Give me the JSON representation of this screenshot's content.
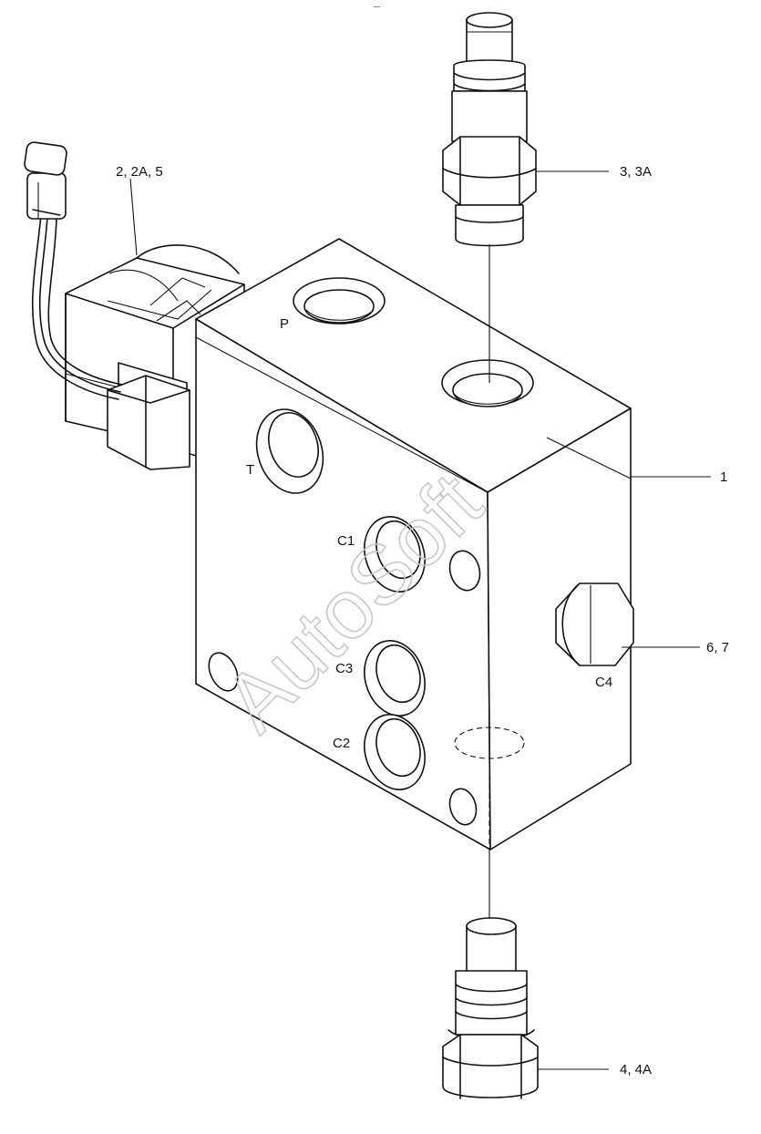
{
  "header_mark": "—",
  "watermark": "AutoSoft",
  "callouts": {
    "c1": "1",
    "c2": "2, 2A, 5",
    "c3": "3, 3A",
    "c4": "4, 4A",
    "c6": "6, 7"
  },
  "ports": {
    "p": "P",
    "t": "T",
    "c1": "C1",
    "c2": "C2",
    "c3": "C3",
    "c4": "C4"
  }
}
